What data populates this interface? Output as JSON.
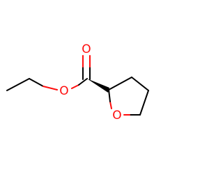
{
  "atoms": {
    "carbonyl_oxygen": {
      "label": "O",
      "color": "#ff0d0d"
    },
    "ester_oxygen": {
      "label": "O",
      "color": "#ff0d0d"
    },
    "ring_oxygen": {
      "label": "O",
      "color": "#ff0d0d"
    }
  },
  "colors": {
    "bond": "#000000",
    "heteroatom": "#ff0d0d",
    "background": "#ffffff"
  }
}
